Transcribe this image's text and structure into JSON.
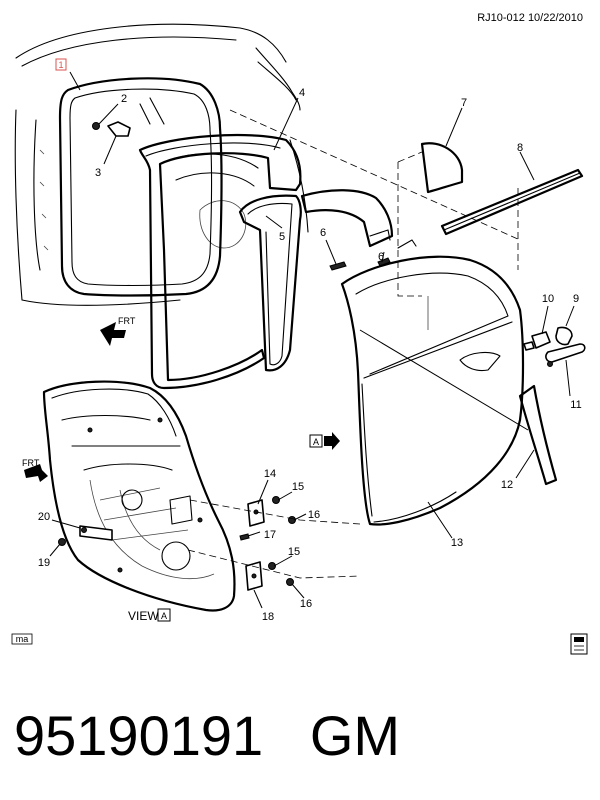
{
  "header": {
    "ref": "RJ10-012 10/22/2010"
  },
  "callouts": {
    "c1": "1",
    "c2": "2",
    "c3": "3",
    "c4": "4",
    "c5": "5",
    "c6a": "6",
    "c6b": "6",
    "c7": "7",
    "c8": "8",
    "c9": "9",
    "c10": "10",
    "c11": "11",
    "c12": "12",
    "c13": "13",
    "c14": "14",
    "c15a": "15",
    "c15b": "15",
    "c16a": "16",
    "c16b": "16",
    "c17": "17",
    "c18": "18",
    "c19": "19",
    "c20": "20"
  },
  "labels": {
    "view_a_marker": "A",
    "view_a_caption": "VIEW",
    "view_a_box": "A",
    "frt": "FRT",
    "corner_tag": "ma"
  },
  "footer": {
    "part_number": "95190191",
    "brand": "GM"
  }
}
